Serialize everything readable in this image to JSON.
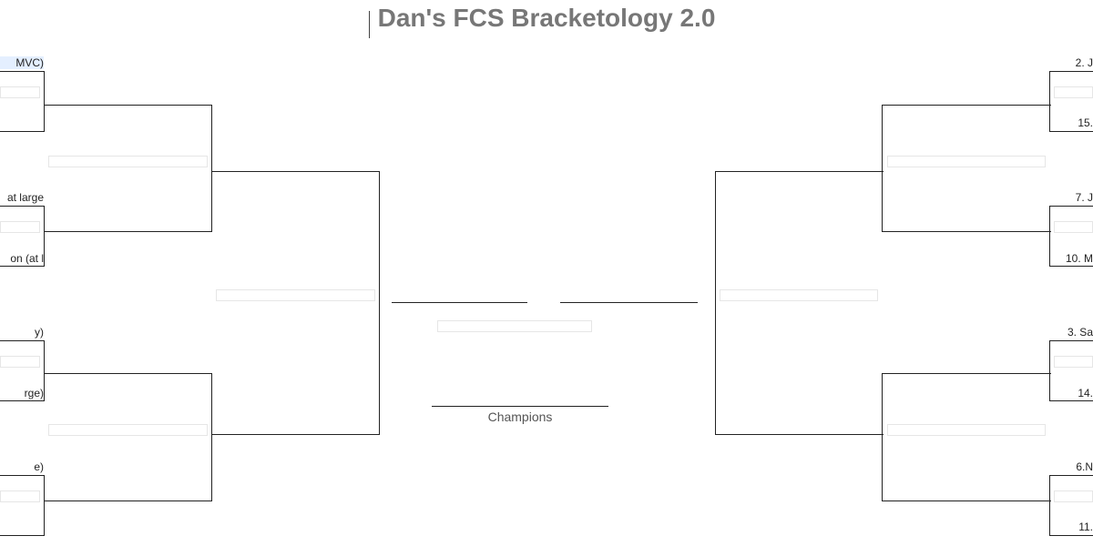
{
  "title": "Dan's FCS Bracketology 2.0",
  "champions_label": "Champions",
  "left_labels": [
    "MVC)",
    "at large",
    "on (at l",
    "y)",
    "rge)",
    "e)"
  ],
  "right_labels": [
    "2. J",
    "15.",
    "7. J",
    "10. M",
    "3. Sa",
    "14.",
    "6.N",
    "11."
  ],
  "colors": {
    "title": "#777777",
    "line": "#222222",
    "slot_border": "#e6e6e6",
    "highlight": "#e4efff"
  }
}
